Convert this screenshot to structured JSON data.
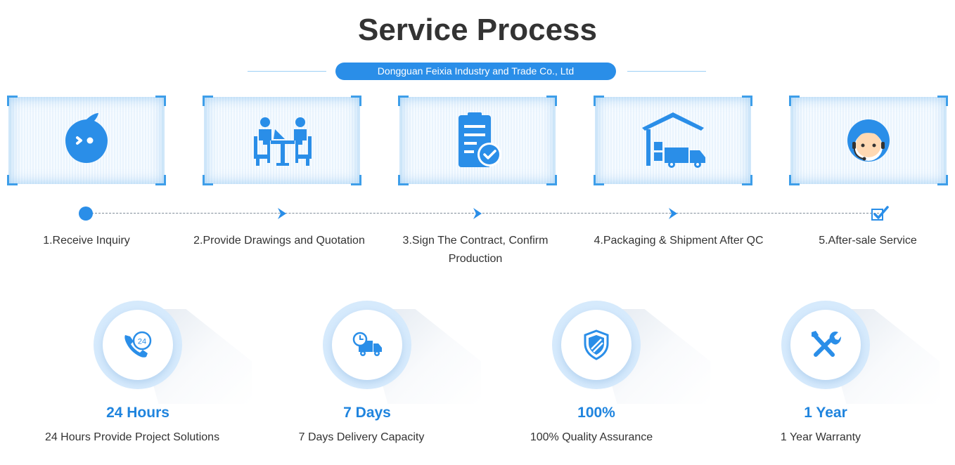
{
  "header": {
    "title": "Service Process",
    "subtitle": "Dongguan Feixia Industry and Trade Co., Ltd"
  },
  "colors": {
    "accent": "#2a8ee8",
    "text": "#333333",
    "feature_value": "#1f84de"
  },
  "steps": [
    {
      "label": "1.Receive Inquiry",
      "icon": "chat-bubble-icon"
    },
    {
      "label": "2.Provide Drawings and Quotation",
      "icon": "meeting-icon"
    },
    {
      "label": "3.Sign The Contract, Confirm Production",
      "icon": "contract-check-icon"
    },
    {
      "label": "4.Packaging & Shipment After QC",
      "icon": "warehouse-truck-icon"
    },
    {
      "label": "5.After-sale Service",
      "icon": "customer-service-icon"
    }
  ],
  "features": [
    {
      "value": "24 Hours",
      "description": "24 Hours Provide Project Solutions",
      "icon": "phone-24-icon"
    },
    {
      "value": "7 Days",
      "description": "7 Days Delivery Capacity",
      "icon": "delivery-truck-icon"
    },
    {
      "value": "100%",
      "description": "100% Quality Assurance",
      "icon": "shield-icon"
    },
    {
      "value": "1 Year",
      "description": "1 Year Warranty",
      "icon": "tools-icon"
    }
  ]
}
